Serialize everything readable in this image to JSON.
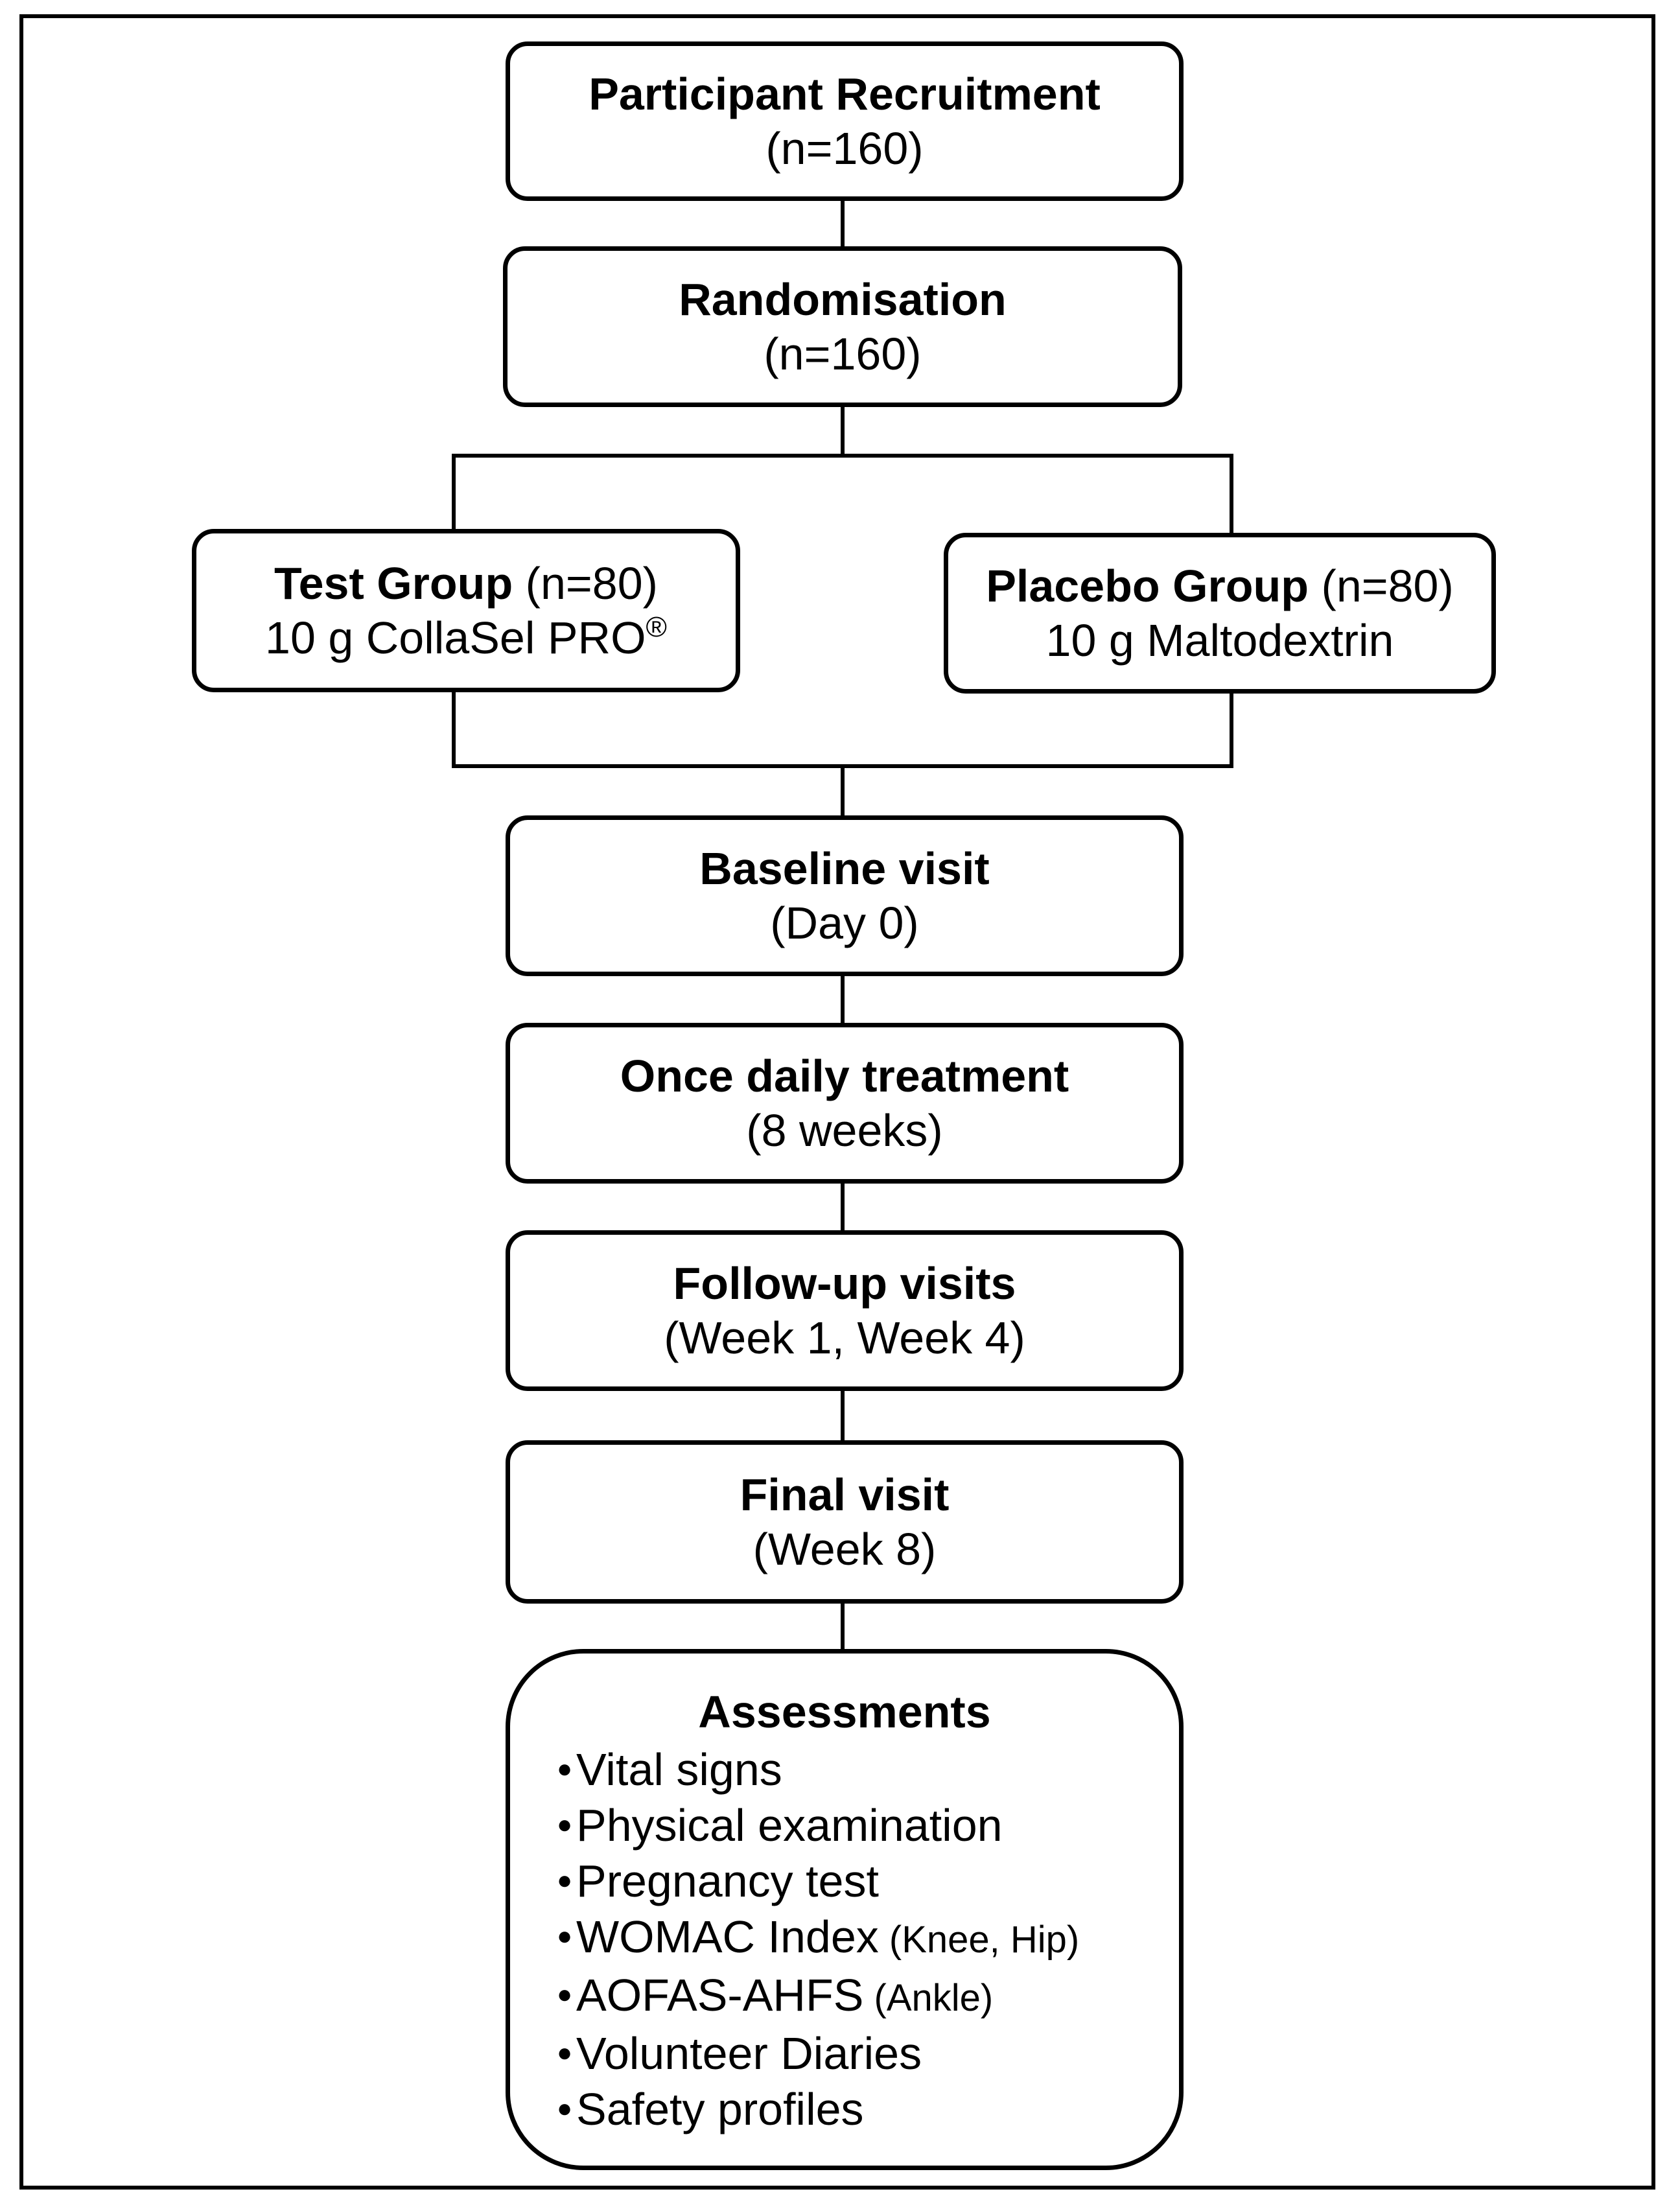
{
  "boxes": {
    "recruitment": {
      "title": "Participant Recruitment",
      "sub": "(n=160)"
    },
    "randomisation": {
      "title": "Randomisation",
      "sub": "(n=160)"
    },
    "test_group": {
      "title": "Test Group",
      "n": " (n=80)",
      "product": "10 g CollaSel PRO",
      "mark": "®"
    },
    "placebo_group": {
      "title": "Placebo Group",
      "n": " (n=80)",
      "product": "10 g Maltodextrin"
    },
    "baseline": {
      "title": "Baseline visit",
      "sub": "(Day 0)"
    },
    "treatment": {
      "title": "Once daily treatment",
      "sub": "(8 weeks)"
    },
    "followup": {
      "title": "Follow-up visits",
      "sub": "(Week 1, Week 4)"
    },
    "final": {
      "title": "Final visit",
      "sub": "(Week 8)"
    }
  },
  "assessments": {
    "title": "Assessments",
    "bullet": "●",
    "items": [
      {
        "label": "Vital signs",
        "detail": ""
      },
      {
        "label": "Physical examination",
        "detail": ""
      },
      {
        "label": "Pregnancy test",
        "detail": ""
      },
      {
        "label": "WOMAC Index",
        "detail": " (Knee, Hip)"
      },
      {
        "label": "AOFAS-AHFS",
        "detail": " (Ankle)"
      },
      {
        "label": "Volunteer Diaries",
        "detail": ""
      },
      {
        "label": "Safety profiles",
        "detail": ""
      }
    ]
  },
  "colors": {
    "line": "#000000",
    "background": "#ffffff"
  }
}
